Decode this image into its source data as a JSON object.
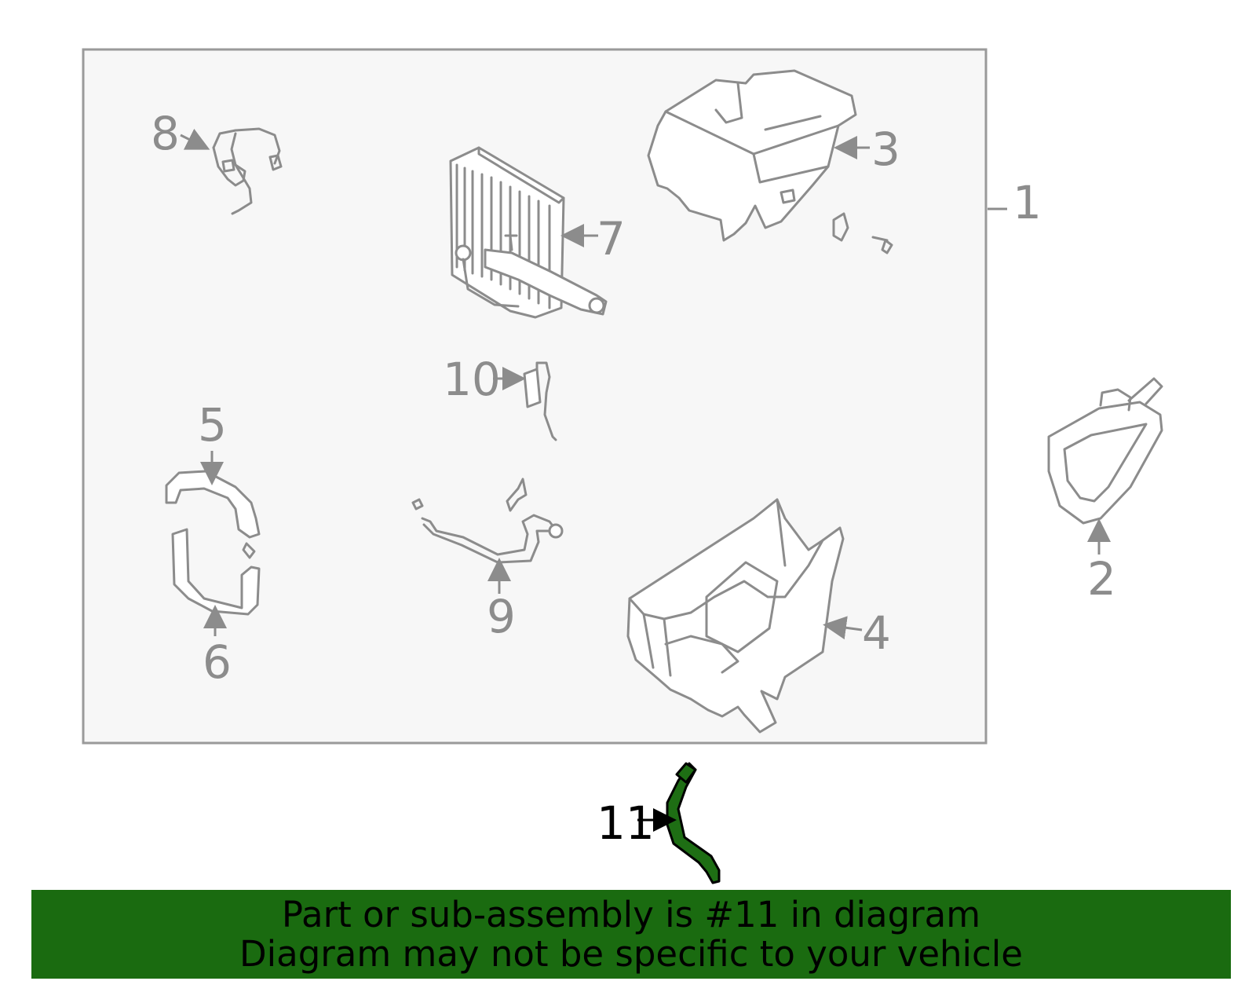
{
  "colors": {
    "line": "#8c8c8c",
    "highlight_part": "#1e6e14",
    "banner_bg": "#1a6b10",
    "box_fill": "#f7f7f7"
  },
  "callouts": {
    "c1": "1",
    "c2": "2",
    "c3": "3",
    "c4": "4",
    "c5": "5",
    "c6": "6",
    "c7": "7",
    "c8": "8",
    "c9": "9",
    "c10": "10",
    "c11": "11"
  },
  "highlighted_part": "11",
  "banner": {
    "line1": "Part or sub-assembly is #11 in diagram",
    "line2": "Diagram may not be specific to your vehicle"
  }
}
